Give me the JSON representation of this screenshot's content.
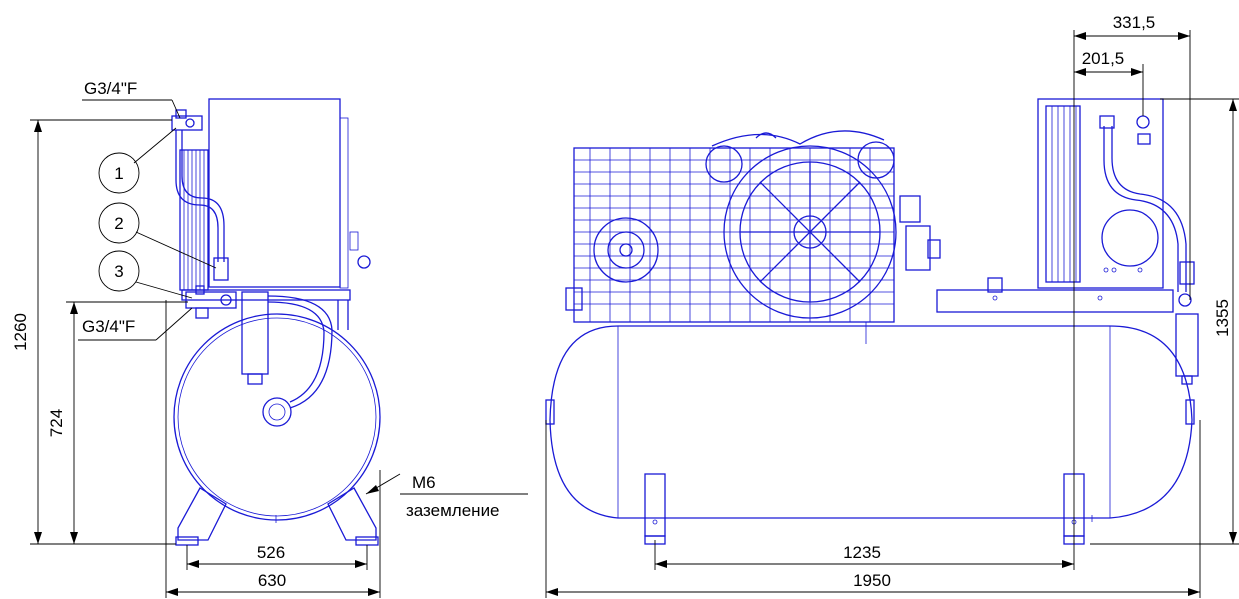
{
  "callouts": [
    {
      "number": "1"
    },
    {
      "number": "2"
    },
    {
      "number": "3"
    }
  ],
  "labels": {
    "thread_top": "G3/4\"F",
    "thread_bottom": "G3/4\"F",
    "ground_screw": "M6",
    "ground_text": "заземление"
  },
  "dimensions": {
    "side_height_total": "1260",
    "side_height_outlet": "724",
    "side_feet_span": "526",
    "side_width": "630",
    "front_feet_span": "1235",
    "front_length": "1950",
    "front_height_total": "1355",
    "front_offset_large": "331,5",
    "front_offset_small": "201,5"
  },
  "colors": {
    "drawing_lines": "#1a1ad6",
    "dimension_lines": "#000000"
  }
}
